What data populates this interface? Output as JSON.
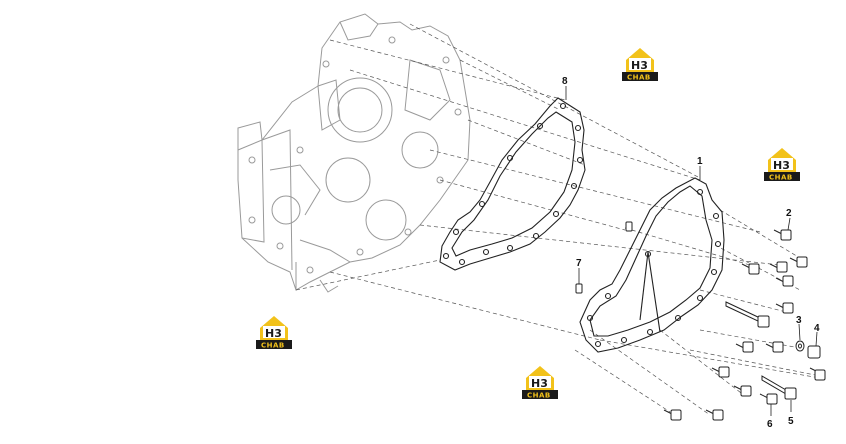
{
  "diagram": {
    "callouts": [
      "1",
      "2",
      "3",
      "4",
      "5",
      "6",
      "7",
      "8"
    ],
    "watermark": {
      "label": "CHAB",
      "mark": "H3"
    },
    "colors": {
      "line": "#222222",
      "ghost": "#9a9a9a",
      "dash": "#555555",
      "logo_yellow": "#f2c21a",
      "logo_black": "#1a1a1a"
    }
  }
}
